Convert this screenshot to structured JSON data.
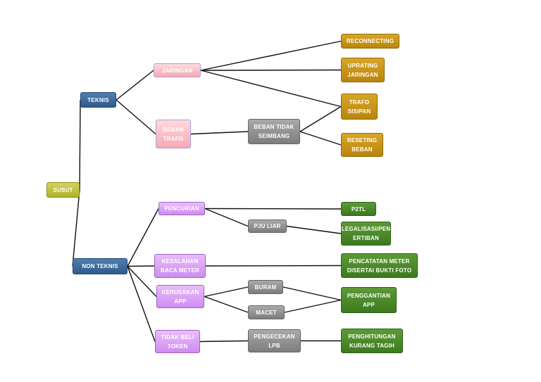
{
  "nodes": {
    "susut": "SUSUT",
    "teknis": "TEKNIS",
    "non_teknis": "NON TEKNIS",
    "jaringan": "JARINGAN",
    "beban_trafo": "BEBAN\nTRAFO",
    "beban_tidak_seimbang": "BEBAN TIDAK\nSEIMBANG",
    "reconnecting": "RECONNECTING",
    "uprating_jaringan": "UPRATING\nJARINGAN",
    "trafo_sisipan": "TRAFO\nSISIPAN",
    "reseting_beban": "RESETING\nBEBAN",
    "pencurian": "PENCURIAN",
    "pju_liar": "PJU LIAR",
    "p2tl": "P2TL",
    "legalisasi": "LEGALISASI/PEN\nERTIBAN",
    "kesalahan_baca_meter": "KESALAHAN\nBACA METER",
    "pencatatan_meter": "PENCATATAN METER\nDISERTAI BUKTI FOTO",
    "kerusakan_app": "KERUSAKAN\nAPP",
    "buram": "BURAM",
    "macet": "MACET",
    "penggantian_app": "PENGGANTIAN\nAPP",
    "tidak_beli_token": "TIDAK BELI\nTOKEN",
    "pengecekan_lpb": "PENGECEKAN\nLPB",
    "penghitungan_kurang_tagih": "PENGHITUNGAN\nKURANG TAGIH"
  },
  "edges": [
    [
      "susut",
      "teknis"
    ],
    [
      "susut",
      "non_teknis"
    ],
    [
      "teknis",
      "jaringan"
    ],
    [
      "teknis",
      "beban_trafo"
    ],
    [
      "jaringan",
      "reconnecting"
    ],
    [
      "jaringan",
      "uprating_jaringan"
    ],
    [
      "jaringan",
      "trafo_sisipan"
    ],
    [
      "beban_trafo",
      "beban_tidak_seimbang"
    ],
    [
      "beban_tidak_seimbang",
      "trafo_sisipan"
    ],
    [
      "beban_tidak_seimbang",
      "reseting_beban"
    ],
    [
      "non_teknis",
      "pencurian"
    ],
    [
      "non_teknis",
      "kesalahan_baca_meter"
    ],
    [
      "non_teknis",
      "kerusakan_app"
    ],
    [
      "non_teknis",
      "tidak_beli_token"
    ],
    [
      "pencurian",
      "p2tl"
    ],
    [
      "pencurian",
      "pju_liar"
    ],
    [
      "pju_liar",
      "legalisasi"
    ],
    [
      "kesalahan_baca_meter",
      "pencatatan_meter"
    ],
    [
      "kerusakan_app",
      "buram"
    ],
    [
      "kerusakan_app",
      "macet"
    ],
    [
      "buram",
      "penggantian_app"
    ],
    [
      "macet",
      "penggantian_app"
    ],
    [
      "tidak_beli_token",
      "pengecekan_lpb"
    ],
    [
      "pengecekan_lpb",
      "penghitungan_kurang_tagih"
    ]
  ]
}
